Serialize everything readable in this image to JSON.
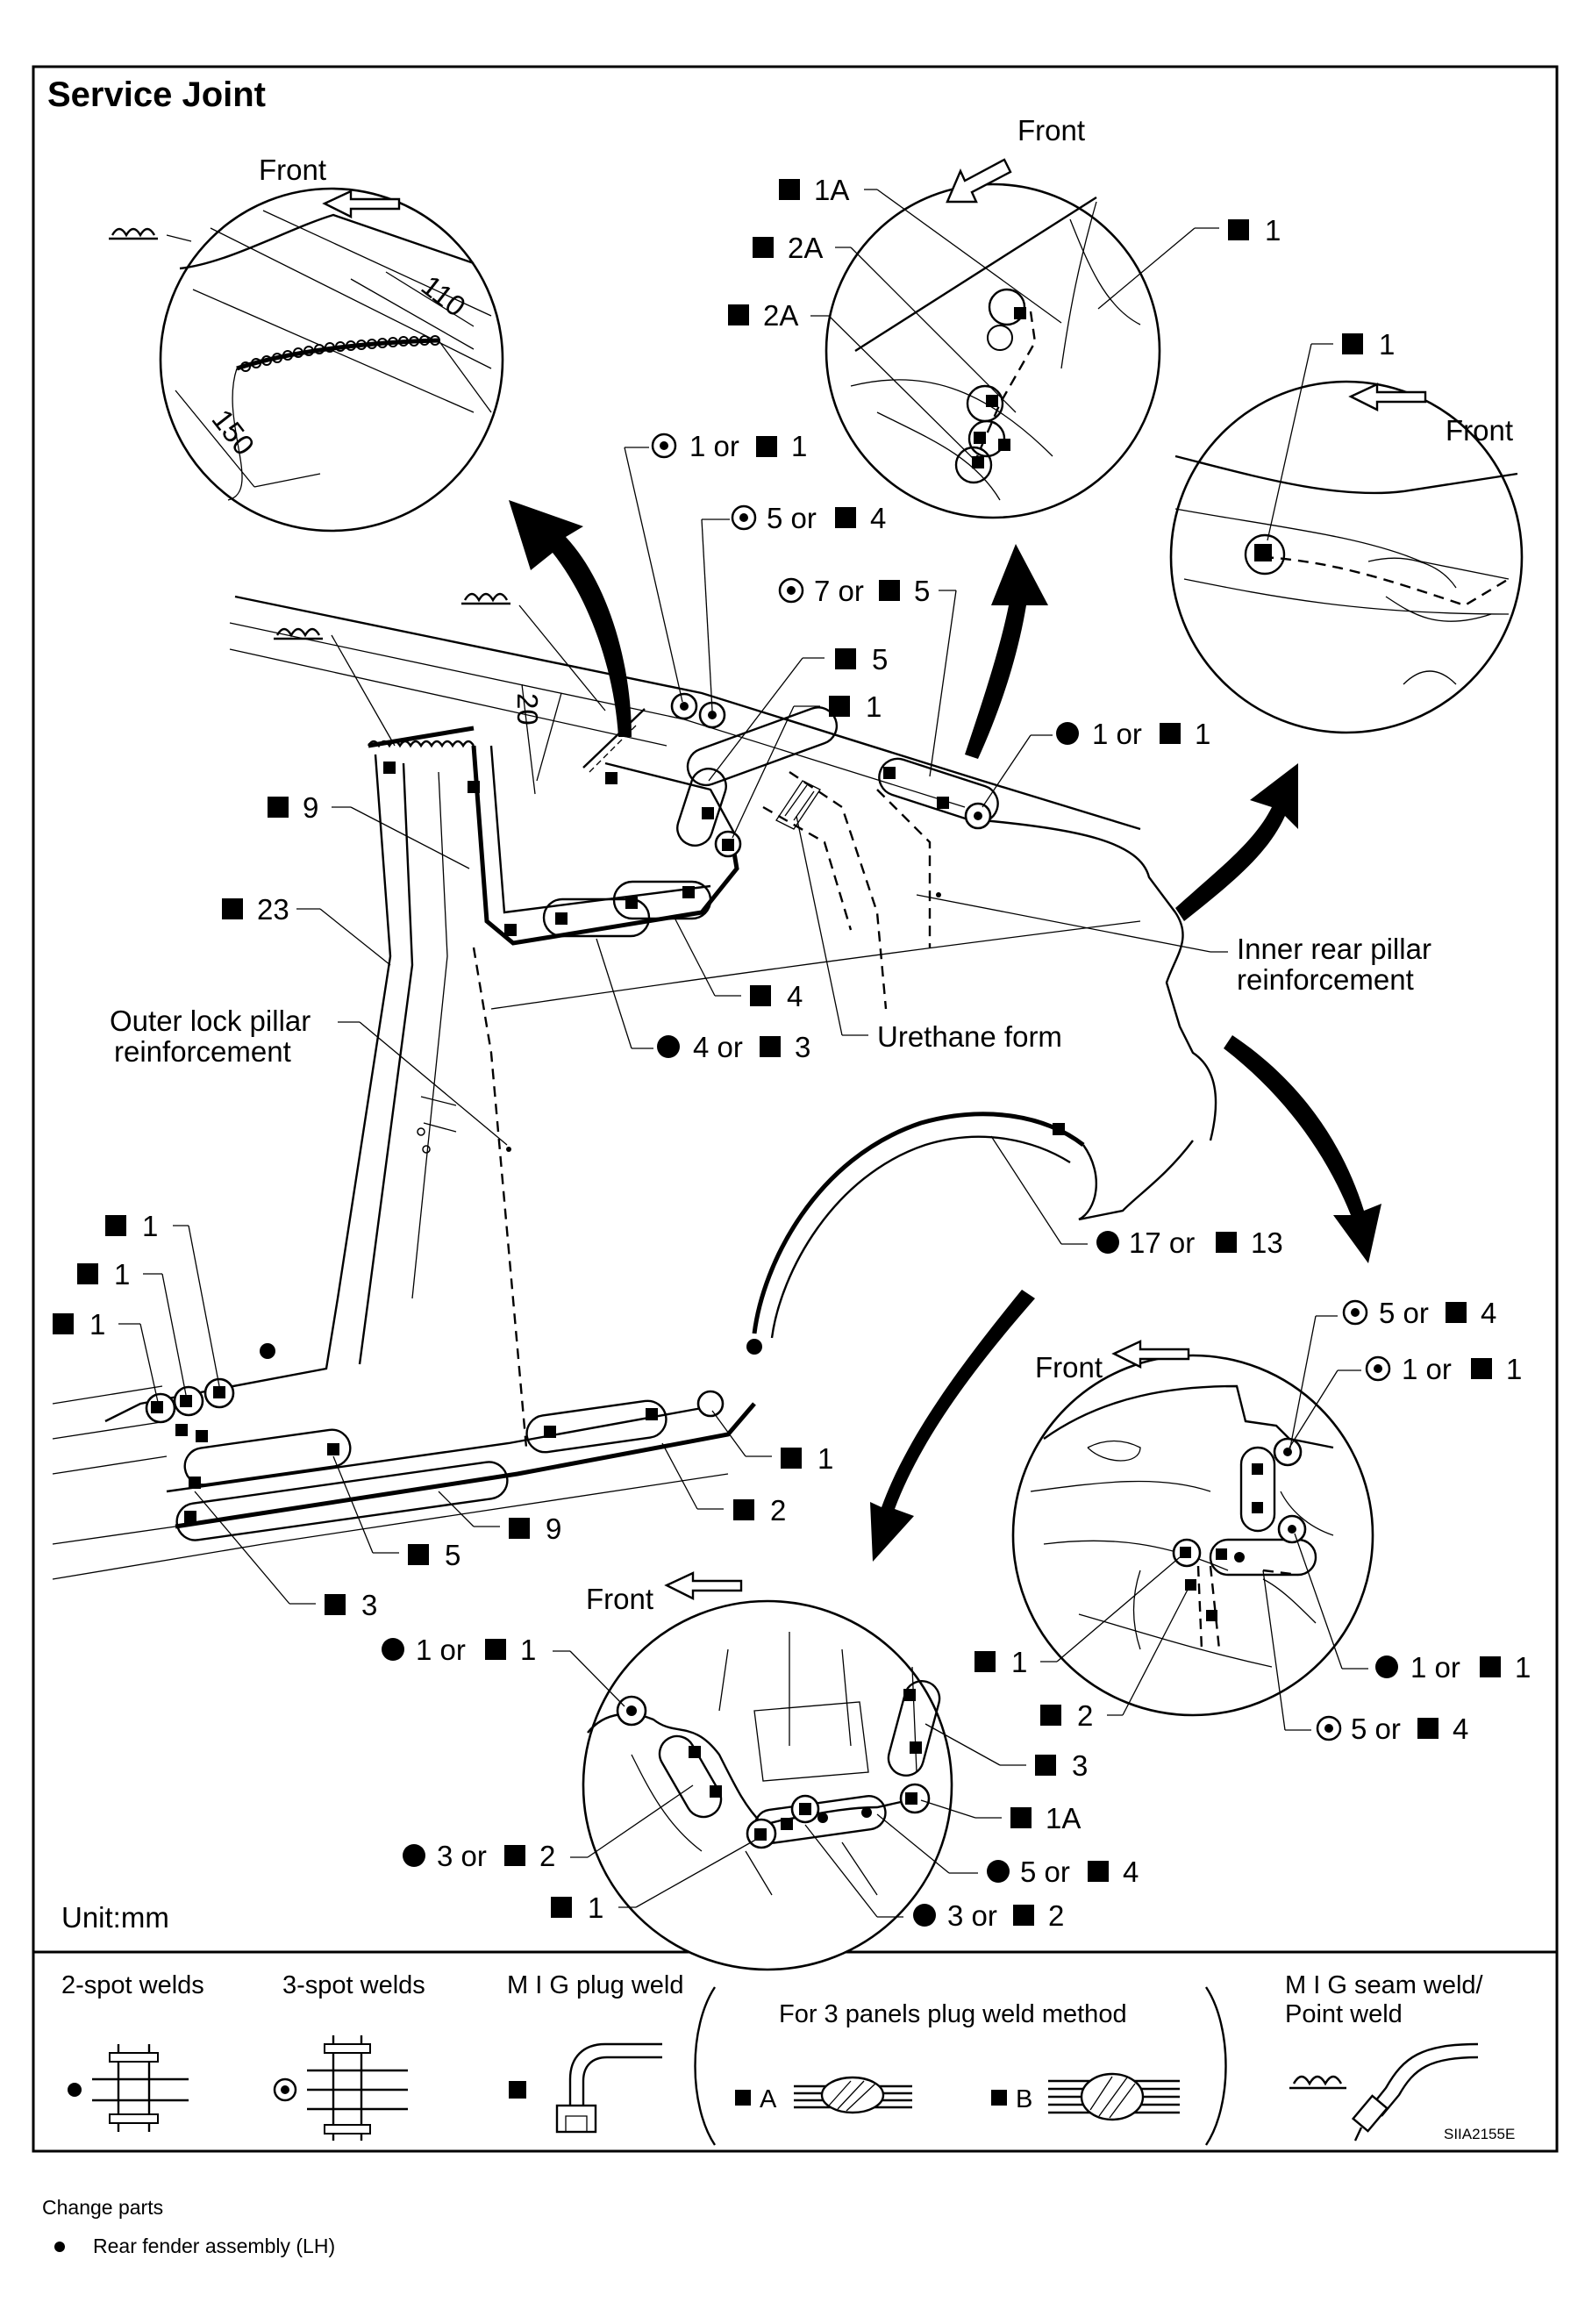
{
  "title": "Service Joint",
  "unit_label": "Unit:mm",
  "figure_code": "SIIA2155E",
  "front": "Front",
  "dimensions": {
    "d110": "110",
    "d150": "150",
    "d20": "20"
  },
  "callouts": {
    "c_1a_top": "1A",
    "c_2a_a": "2A",
    "c_2a_b": "2A",
    "c_1_top": "1",
    "c_1_topright": "1",
    "c_1or1_a": "1 or",
    "c_1or1_a_b": "1",
    "c_5or4_a": "5 or",
    "c_5or4_a_b": "4",
    "c_7or5": "7 or",
    "c_7or5_b": "5",
    "c_5_mid": "5",
    "c_1_mid": "1",
    "c_1or1_b": "1 or",
    "c_1or1_b_b": "1",
    "c_9_a": "9",
    "c_23": "23",
    "c_4": "4",
    "c_4or3": "4 or",
    "c_4or3_b": "3",
    "c_17or13": "17 or",
    "c_17or13_b": "13",
    "c_1_l1": "1",
    "c_1_l2": "1",
    "c_1_l3": "1",
    "c_1_lower": "1",
    "c_2_lower": "2",
    "c_9_b": "9",
    "c_5_lower": "5",
    "c_3_lower": "3",
    "c_5or4_r": "5 or",
    "c_5or4_r_b": "4",
    "c_1or1_r": "1 or",
    "c_1or1_r_b": "1",
    "c_1_r": "1",
    "c_2_r": "2",
    "c_1or1_r2": "1 or",
    "c_1or1_r2_b": "1",
    "c_5or4_r2": "5 or",
    "c_5or4_r2_b": "4",
    "c_1or1_bot": "1 or",
    "c_1or1_bot_b": "1",
    "c_3_bot": "3",
    "c_1a_bot": "1A",
    "c_3or2_bot": "3 or",
    "c_3or2_bot_b": "2",
    "c_5or4_bot": "5 or",
    "c_5or4_bot_b": "4",
    "c_1_bot": "1",
    "c_3or2_bot2": "3 or",
    "c_3or2_bot2_b": "2"
  },
  "labels": {
    "inner_rear_pillar_1": "Inner rear pillar",
    "inner_rear_pillar_2": "reinforcement",
    "outer_lock_pillar_1": "Outer lock pillar",
    "outer_lock_pillar_2": "reinforcement",
    "urethane_form": "Urethane form"
  },
  "legend": {
    "two_spot": "2-spot welds",
    "three_spot": "3-spot welds",
    "mig_plug": "M I G plug weld",
    "three_panels": "For 3 panels plug weld method",
    "a": "A",
    "b": "B",
    "mig_seam_1": "M I G seam weld/",
    "mig_seam_2": "Point weld"
  },
  "footer": {
    "heading": "Change parts",
    "item": "Rear fender assembly (LH)"
  }
}
